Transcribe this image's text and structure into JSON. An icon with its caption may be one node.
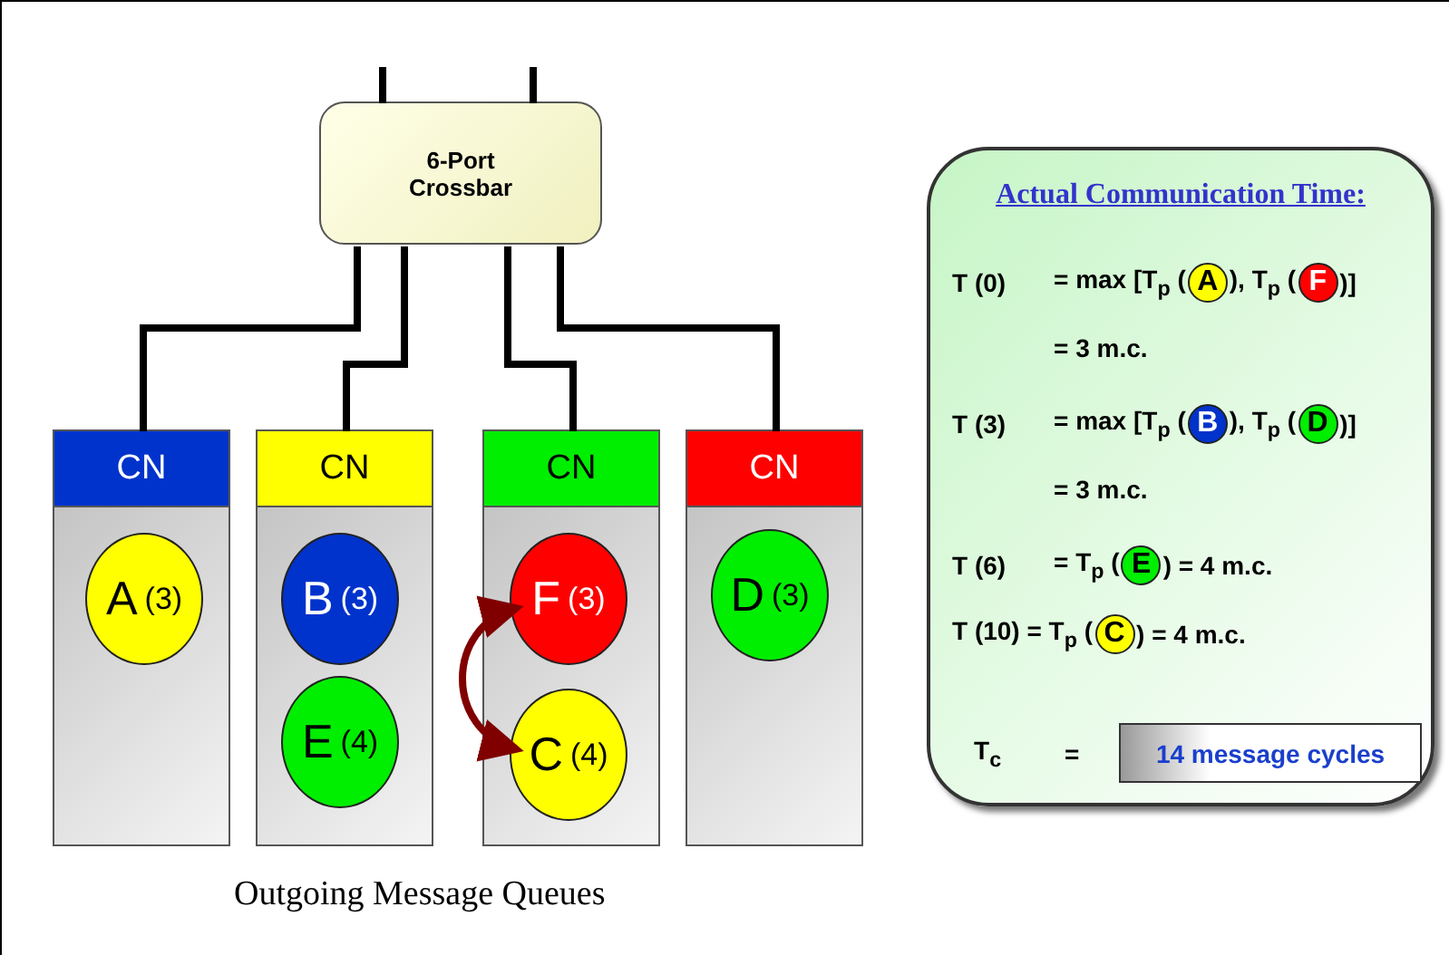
{
  "diagram": {
    "caption": "Outgoing Message Queues",
    "nodes": [
      {
        "text": [
          "6-Port Crossbar"
        ]
      },
      {
        "text": [
          "CN"
        ]
      },
      {
        "text": [
          "A",
          "(3)"
        ],
        "in": 1
      },
      {
        "text": [
          "CN"
        ]
      },
      {
        "text": [
          "B",
          "(3)"
        ],
        "in": 3
      },
      {
        "text": [
          "E",
          "(4)"
        ],
        "in": 3
      },
      {
        "text": [
          "CN"
        ]
      },
      {
        "text": [
          "F",
          "(3)"
        ],
        "in": 6
      },
      {
        "text": [
          "C",
          "(4)"
        ],
        "in": 6
      },
      {
        "text": [
          "CN"
        ]
      },
      {
        "text": [
          "D",
          "(3)"
        ],
        "in": 9
      },
      {
        "text": [
          "Actual Communication Time:"
        ]
      },
      {
        "text": [
          "A"
        ],
        "in": 11
      },
      {
        "text": [
          "F"
        ],
        "in": 11
      },
      {
        "text": [
          "B"
        ],
        "in": 11
      },
      {
        "text": [
          "D"
        ],
        "in": 11
      },
      {
        "text": [
          "E"
        ],
        "in": 11
      },
      {
        "text": [
          "C"
        ],
        "in": 11
      },
      {
        "text": [
          "14 message cycles"
        ],
        "in": 11
      }
    ],
    "edges": [
      {
        "from": 0,
        "to": null,
        "arrow": "none"
      },
      {
        "from": 0,
        "to": null,
        "arrow": "none"
      },
      {
        "from": 0,
        "to": 1,
        "arrow": "none"
      },
      {
        "from": 0,
        "to": 3,
        "arrow": "none"
      },
      {
        "from": 0,
        "to": 6,
        "arrow": "none"
      },
      {
        "from": 0,
        "to": 9,
        "arrow": "none"
      },
      {
        "from": 7,
        "to": 8,
        "arrow": "both",
        "color": "#800000"
      }
    ],
    "labels": [
      "T (0)",
      "= max [T$_{p}$ (",
      "), T$_{p}$ (",
      ")]",
      "= 3 m.c.",
      "T (3)",
      "= max [T$_{p}$ (",
      "), T$_{p}$ (",
      ")]",
      "= 3 m.c.",
      "T (6)",
      "= T$_{p}$ (",
      ") = 4 m.c.",
      "T (10) = T$_{p}$ (",
      ") = 4 m.c.",
      "T$_{c}$",
      "="
    ]
  }
}
